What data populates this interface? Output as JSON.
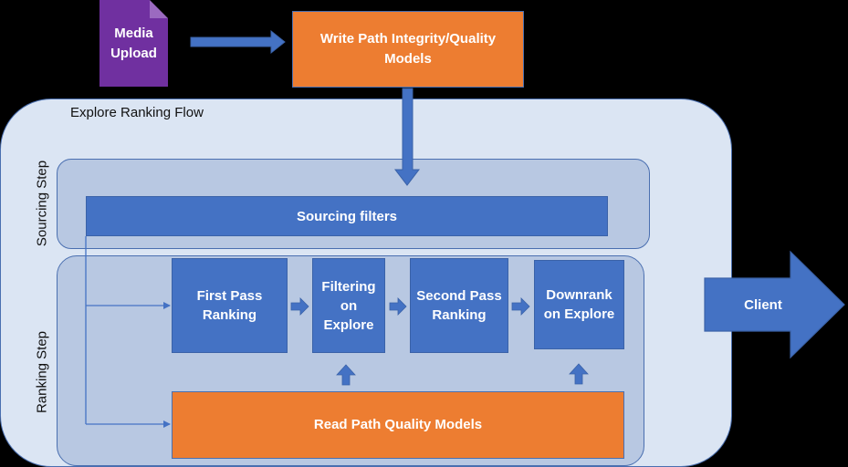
{
  "media_upload": {
    "label": "Media\nUpload"
  },
  "write_path": {
    "label": "Write Path Integrity/Quality\nModels"
  },
  "explore_flow": {
    "title": "Explore Ranking Flow"
  },
  "sourcing_step": {
    "label": "Sourcing Step",
    "filters_label": "Sourcing filters"
  },
  "ranking_step": {
    "label": "Ranking Step",
    "stages": [
      {
        "label": "First Pass\nRanking"
      },
      {
        "label": "Filtering\non\nExplore"
      },
      {
        "label": "Second Pass\nRanking"
      },
      {
        "label": "Downrank\non Explore"
      }
    ],
    "read_path_label": "Read Path Quality Models"
  },
  "client": {
    "label": "Client"
  },
  "colors": {
    "blue": "#4472c4",
    "orange": "#ed7d31",
    "purple": "#7030a0",
    "panel_light": "#dbe5f3",
    "panel_mid": "#b8c8e2",
    "outline": "#4a6fb0"
  },
  "connections": [
    {
      "from": "Media Upload",
      "to": "Write Path Integrity/Quality Models"
    },
    {
      "from": "Write Path Integrity/Quality Models",
      "to": "Sourcing filters"
    },
    {
      "from": "Sourcing filters",
      "to": "First Pass Ranking"
    },
    {
      "from": "Sourcing filters",
      "to": "Read Path Quality Models"
    },
    {
      "from": "First Pass Ranking",
      "to": "Filtering on Explore"
    },
    {
      "from": "Filtering on Explore",
      "to": "Second Pass Ranking"
    },
    {
      "from": "Second Pass Ranking",
      "to": "Downrank on Explore"
    },
    {
      "from": "Read Path Quality Models",
      "to": "Filtering on Explore"
    },
    {
      "from": "Read Path Quality Models",
      "to": "Downrank on Explore"
    },
    {
      "from": "Explore Ranking Flow",
      "to": "Client"
    }
  ]
}
